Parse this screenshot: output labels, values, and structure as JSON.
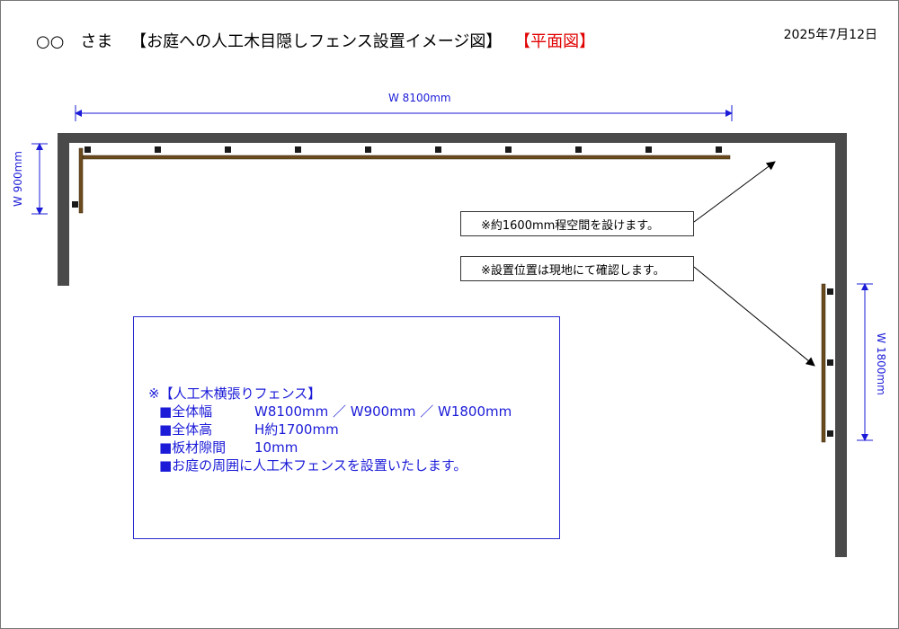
{
  "header": {
    "customer": "○○　さま",
    "title": "【お庭への人工木目隠しフェンス設置イメージ図】",
    "view": "【平面図】",
    "date": "2025年7月12日"
  },
  "dimensions": {
    "top_width": "W 8100mm",
    "left_width": "W 900mm",
    "right_width": "W 1800mm"
  },
  "notes": {
    "space_note": "※約1600mm程空間を設けます。",
    "position_note": "※設置位置は現地にて確認します。"
  },
  "spec": {
    "heading": "※【人工木横張りフェンス】",
    "rows": [
      {
        "label": "■全体幅",
        "value": "W8100mm ／ W900mm ／ W1800mm"
      },
      {
        "label": "■全体高",
        "value": "H約1700mm"
      },
      {
        "label": "■板材隙間",
        "value": "10mm"
      },
      {
        "label": "■お庭の周囲に人工木フェンスを設置いたします。",
        "value": ""
      }
    ]
  },
  "colors": {
    "wall": "#4a4a4a",
    "fence": "#6b4a1e",
    "post": "#1a1a1a",
    "dimension": "#1b1bd8",
    "accent_red": "#e00000"
  }
}
